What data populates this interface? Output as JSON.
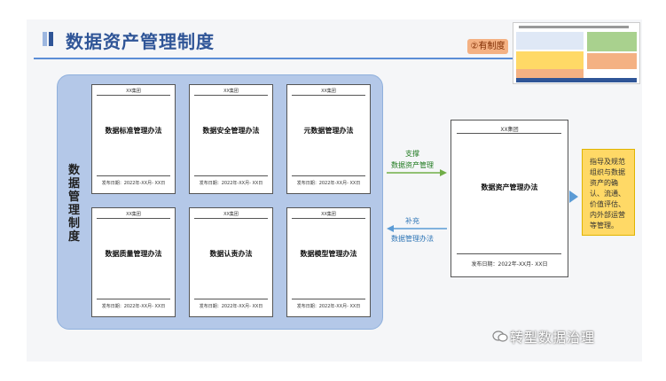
{
  "header": {
    "title": "数据资产管理制度",
    "badge": "②有制度"
  },
  "panel": {
    "label": "数据管理制度",
    "docs": [
      {
        "org": "XX集团",
        "name": "数据标准管理办法",
        "date": "发布日期：2022年-XX月- XX日"
      },
      {
        "org": "XX集团",
        "name": "数据安全管理办法",
        "date": "发布日期：2022年-XX月- XX日"
      },
      {
        "org": "XX集团",
        "name": "元数据管理办法",
        "date": "发布日期：2022年-XX月- XX日"
      },
      {
        "org": "XX集团",
        "name": "数据质量管理办法",
        "date": "发布日期：2022年-XX月- XX日"
      },
      {
        "org": "XX集团",
        "name": "数据认责办法",
        "date": "发布日期：2022年-XX月- XX日"
      },
      {
        "org": "XX集团",
        "name": "数据模型管理办法",
        "date": "发布日期：2022年-XX月- XX日"
      }
    ]
  },
  "arrows": {
    "top_line1": "支撑",
    "top_line2": "数据资产管理",
    "bottom_line1": "补充",
    "bottom_line2": "数据管理办法"
  },
  "main_doc": {
    "org": "XX集团",
    "name": "数据资产管理办法",
    "date": "发布日期：2022年-XX月- XX日"
  },
  "note": {
    "text": "指导及规范组织与数据资产的确认、流通、价值评估、内外部运营等管理。"
  },
  "brand": {
    "text": "转型数据治理"
  },
  "colors": {
    "title": "#2f5597",
    "panel": "#b4c8e8",
    "note": "#ffd966",
    "arrow_green": "#1f7a1f",
    "arrow_blue": "#2e75b6"
  }
}
